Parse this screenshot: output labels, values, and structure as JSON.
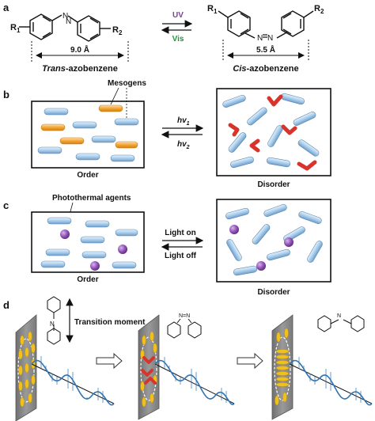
{
  "panels": {
    "a": {
      "label": "a",
      "r1_left": "R",
      "r1_left_sub": "1",
      "r2_left": "R",
      "r2_left_sub": "2",
      "r1_right": "R",
      "r1_right_sub": "1",
      "r2_right": "R",
      "r2_right_sub": "2",
      "uv": "UV",
      "vis": "Vis",
      "trans_distance": "9.0 Å",
      "cis_distance": "5.5 Å",
      "trans_prefix": "Trans",
      "trans_suffix": "-azobenzene",
      "cis_prefix": "Cis",
      "cis_suffix": "-azobenzene",
      "uv_color": "#7b3fa0",
      "vis_color": "#1a9a3a"
    },
    "b": {
      "label": "b",
      "mesogens": "Mesogens",
      "hv": "hv",
      "hv1_sub": "1",
      "hv2_sub": "2",
      "order": "Order",
      "disorder": "Disorder"
    },
    "c": {
      "label": "c",
      "agents": "Photothermal agents",
      "light_on": "Light on",
      "light_off": "Light off",
      "order": "Order",
      "disorder": "Disorder"
    },
    "d": {
      "label": "d",
      "transition_moment": "Transition moment"
    }
  },
  "colors": {
    "mesogen_blue": "#a9cdec",
    "mesogen_orange": "#f4a531",
    "cis_red": "#d8342b",
    "agent_purple": "#8e4fb3",
    "wave_blue": "#2f74b5",
    "plate_gray": "#8f8f8f"
  }
}
